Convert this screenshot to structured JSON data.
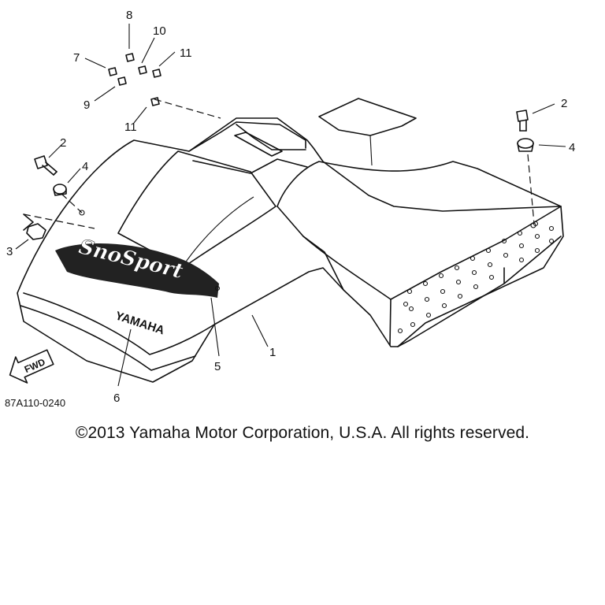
{
  "diagram": {
    "drawing_code": "87A110-0240",
    "fwd_label": "FWD",
    "decal_snosport_text": "SnoSport",
    "decal_yamaha_text": "YAMAHA",
    "callouts": {
      "c1": "1",
      "c2a": "2",
      "c2b": "2",
      "c3": "3",
      "c4a": "4",
      "c4b": "4",
      "c5": "5",
      "c6": "6",
      "c7": "7",
      "c8": "8",
      "c9": "9",
      "c10": "10",
      "c11a": "11",
      "c11b": "11"
    }
  },
  "footer": {
    "copyright": "©2013 Yamaha Motor Corporation, U.S.A. All rights reserved."
  }
}
